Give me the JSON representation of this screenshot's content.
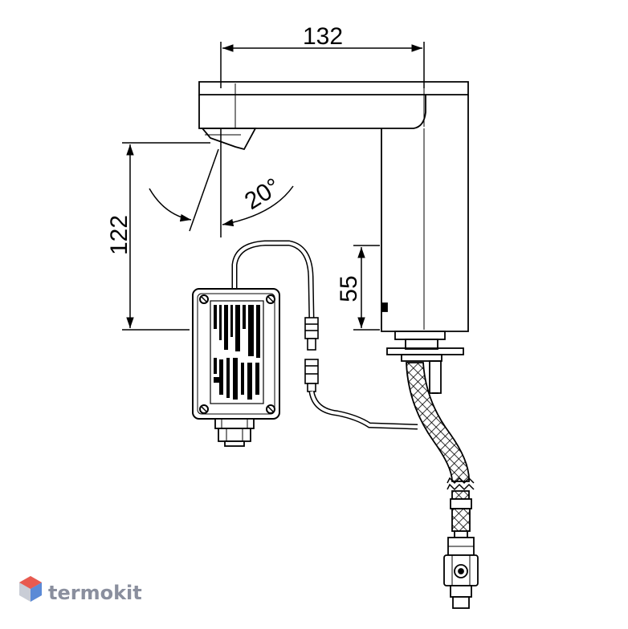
{
  "dimensions": {
    "width_label": "132",
    "height_label": "122",
    "sensor_height_label": "55",
    "angle_label": "20°"
  },
  "watermark": {
    "brand": "termokit",
    "logo_colors": [
      "#e85a4f",
      "#5b8ad6",
      "#c9cdd6"
    ]
  },
  "colors": {
    "line": "#000000",
    "background": "#ffffff"
  }
}
